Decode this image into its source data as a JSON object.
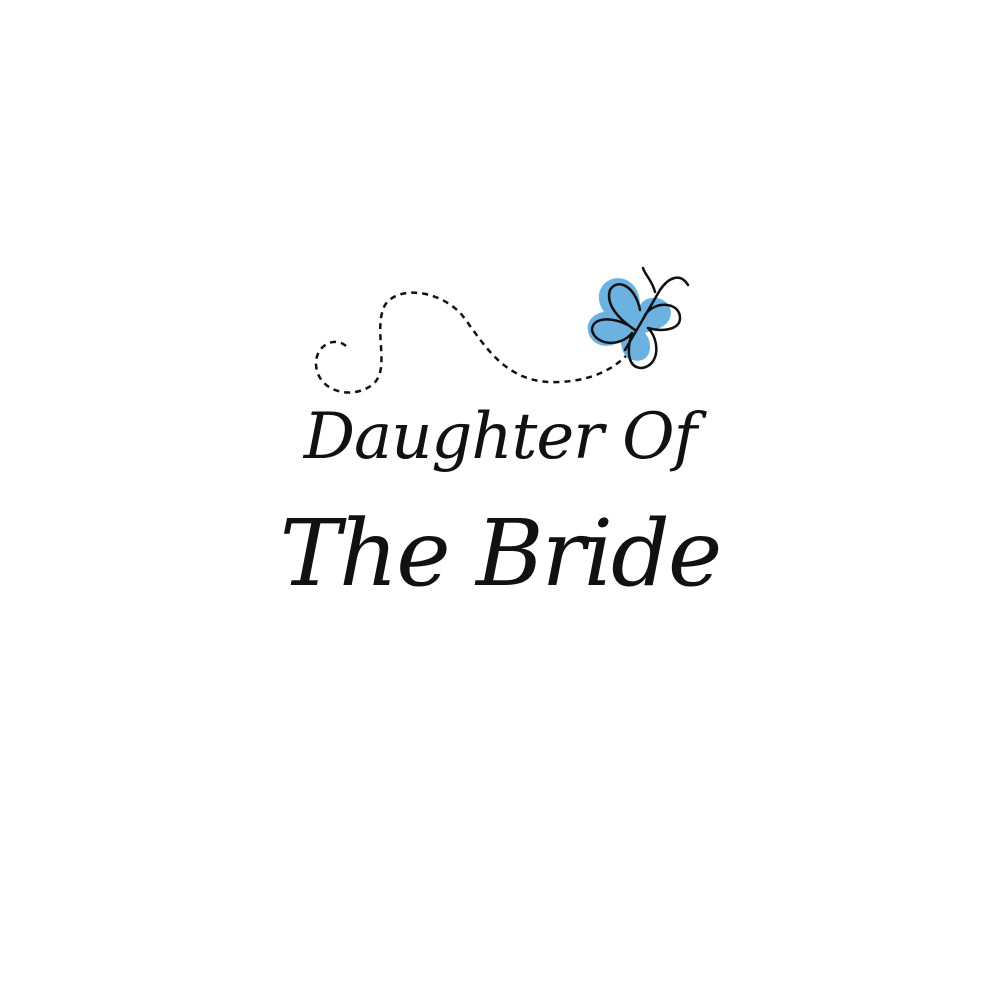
{
  "text": {
    "line1": "Daughter Of",
    "line2": "The Bride"
  },
  "colors": {
    "butterfly": "#6cb2e0",
    "ink": "#111111"
  },
  "icons": [
    "butterfly-icon",
    "dashed-flight-path"
  ]
}
